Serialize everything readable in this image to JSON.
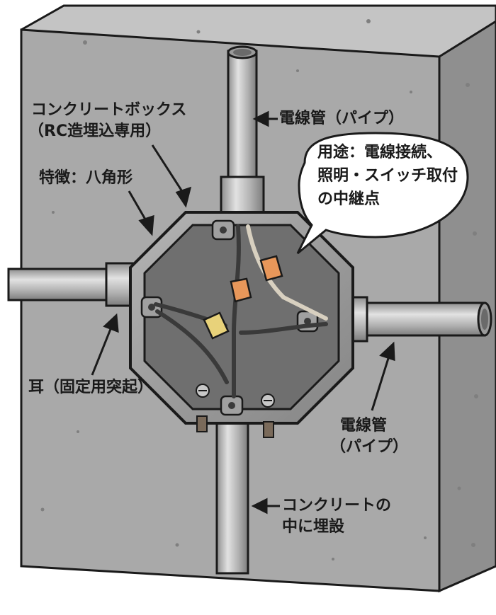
{
  "labels": {
    "box_line1": "コンクリートボックス",
    "box_line2": "（RC造埋込専用）",
    "feature": "特徴：八角形",
    "pipe_top": "電線管（パイプ）",
    "bubble_line1": "用途：電線接続、",
    "bubble_line2": "照明・スイッチ取付",
    "bubble_line3": "の中継点",
    "ear": "耳（固定用突起）",
    "pipe_right_line1": "電線管",
    "pipe_right_line2": "（パイプ）",
    "embed_line1": "コンクリートの",
    "embed_line2": "中に埋設"
  },
  "colors": {
    "wall_front": "#a9a9a9",
    "wall_top": "#c4c4c4",
    "wall_side": "#8f8f8f",
    "box_outer": "#9a9a9a",
    "box_inner": "#6f6f6f",
    "pipe": "#b8b8b8",
    "connector_orange": "#e8975a",
    "connector_yellow": "#e8d27a",
    "wire_dark": "#3a3a3a",
    "wire_light": "#d8d0c0"
  }
}
